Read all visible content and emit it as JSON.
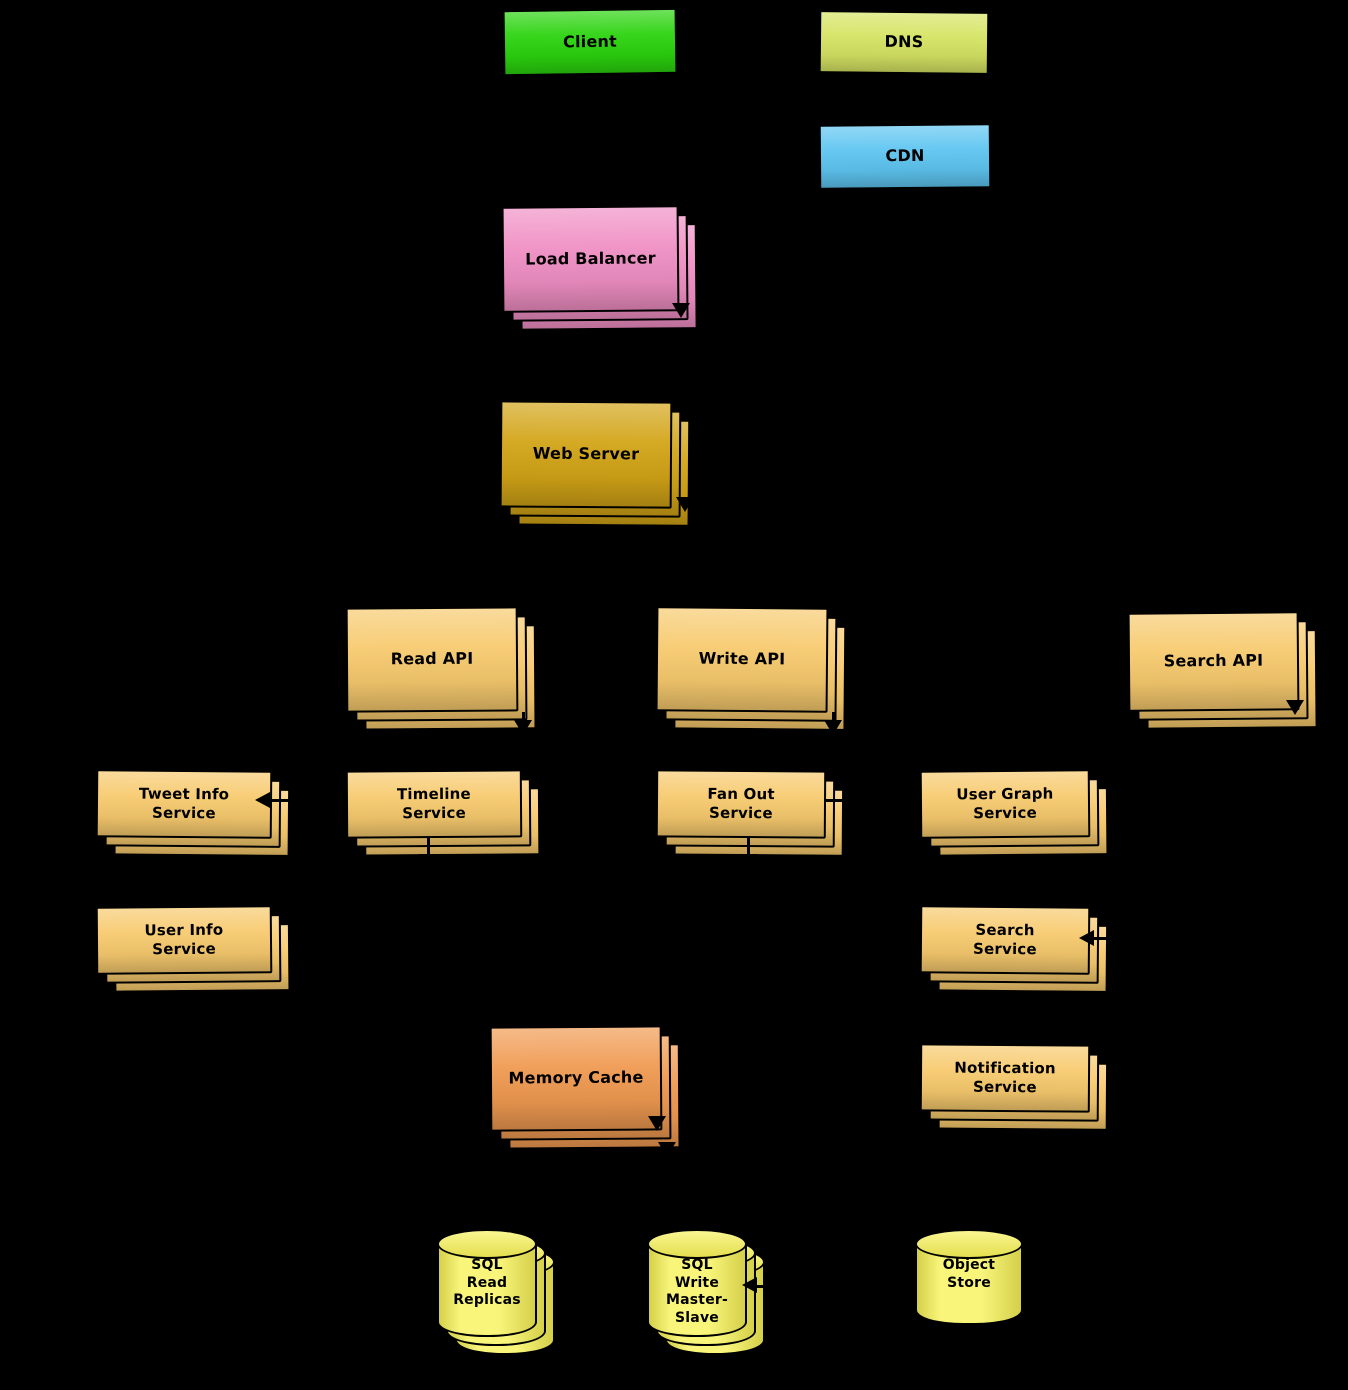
{
  "diagram": {
    "background_color": "#000000",
    "text_color": "#000000",
    "arrow_color": "#000000",
    "nodes": {
      "client": {
        "label": "Client",
        "color": "#2bd30e",
        "shape": "box",
        "stacked": false
      },
      "dns": {
        "label": "DNS",
        "color": "#d6e463",
        "shape": "box",
        "stacked": false
      },
      "cdn": {
        "label": "CDN",
        "color": "#5ec5f1",
        "shape": "box",
        "stacked": false
      },
      "load_balancer": {
        "label": "Load Balancer",
        "color": "#f08fc4",
        "shape": "box",
        "stacked": true
      },
      "web_server": {
        "label": "Web Server",
        "color": "#d2a416",
        "shape": "box",
        "stacked": true
      },
      "read_api": {
        "label": "Read API",
        "color": "#f7ca6e",
        "shape": "box",
        "stacked": true
      },
      "write_api": {
        "label": "Write API",
        "color": "#f7ca6e",
        "shape": "box",
        "stacked": true
      },
      "search_api": {
        "label": "Search API",
        "color": "#f7ca6e",
        "shape": "box",
        "stacked": true
      },
      "tweet_info_service": {
        "label": "Tweet Info\nService",
        "color": "#f7ca6e",
        "shape": "box",
        "stacked": true
      },
      "timeline_service": {
        "label": "Timeline\nService",
        "color": "#f7ca6e",
        "shape": "box",
        "stacked": true
      },
      "fan_out_service": {
        "label": "Fan Out\nService",
        "color": "#f7ca6e",
        "shape": "box",
        "stacked": true
      },
      "user_graph_service": {
        "label": "User Graph\nService",
        "color": "#f7ca6e",
        "shape": "box",
        "stacked": true
      },
      "user_info_service": {
        "label": "User Info\nService",
        "color": "#f7ca6e",
        "shape": "box",
        "stacked": true
      },
      "search_service": {
        "label": "Search\nService",
        "color": "#f7ca6e",
        "shape": "box",
        "stacked": true
      },
      "memory_cache": {
        "label": "Memory Cache",
        "color": "#f09a51",
        "shape": "box",
        "stacked": true
      },
      "notification_service": {
        "label": "Notification\nService",
        "color": "#f7ca6e",
        "shape": "box",
        "stacked": true
      },
      "sql_read_replicas": {
        "label": "SQL\nRead\nReplicas",
        "color": "#f7f256",
        "shape": "cylinder",
        "stacked": true
      },
      "sql_write_master_slave": {
        "label": "SQL\nWrite\nMaster-\nSlave",
        "color": "#f7f256",
        "shape": "cylinder",
        "stacked": true
      },
      "object_store": {
        "label": "Object\nStore",
        "color": "#f7f256",
        "shape": "cylinder",
        "stacked": false
      }
    }
  }
}
